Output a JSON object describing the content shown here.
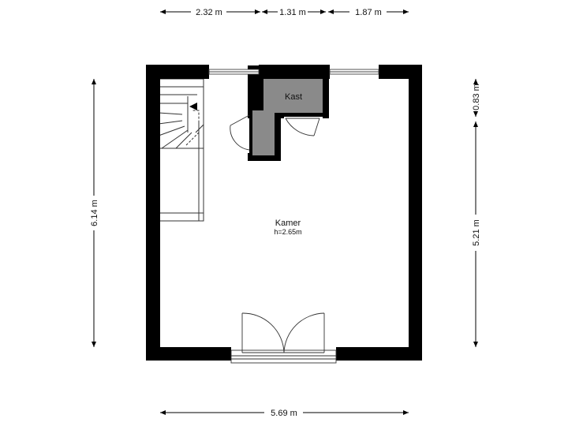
{
  "dimensions": {
    "top_left": "2.32 m",
    "top_middle": "1.31 m",
    "top_right": "1.87 m",
    "bottom": "5.69 m",
    "left": "6.14 m",
    "right_upper": "0.83 m",
    "right_lower": "5.21 m"
  },
  "rooms": {
    "main": {
      "name": "Kamer",
      "height": "h=2.65m"
    },
    "closet": {
      "name": "Kast"
    }
  },
  "colors": {
    "wall": "#000000",
    "closet_fill": "#8a8a8a",
    "dimension_line": "#000000"
  }
}
